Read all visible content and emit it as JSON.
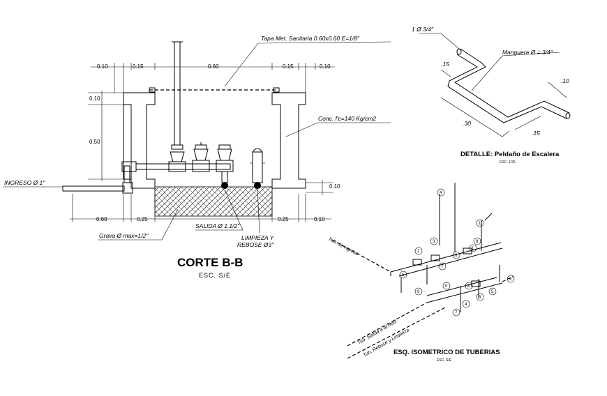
{
  "section": {
    "title": "CORTE B-B",
    "scale": "ESC. S/E",
    "dims_top": [
      "0.10",
      "0.15",
      "0.60",
      "0.15",
      "0.10"
    ],
    "dims_left": [
      "0.10",
      "0.50"
    ],
    "dim_right": "0.10",
    "dims_bottom": [
      "0.60",
      "0.25",
      "0.25",
      "0.10"
    ],
    "labels": {
      "tapa": "Tapa Met. Sanitaria 0.60x0.60 E=1/8\"",
      "concreto": "Conc. f'c=140 Kg/cm2",
      "ingreso": "INGRESO Ø 1\"",
      "salida": "SALIDA Ø 1.1/2\"",
      "grava": "Grava Ø max=1/2\"",
      "limpieza_1": "LIMPIEZA Y",
      "limpieza_2": "REBOSE Ø3\""
    }
  },
  "detail": {
    "title": "DETALLE: Peldaño de Escalera",
    "scale": "ESC. 1/25",
    "bar_label": "1 Ø 3/4\"",
    "hose_label": "Manguera Ø = 3/4\"",
    "dims": [
      ".15",
      ".10",
      ".30",
      ".15"
    ]
  },
  "isometric": {
    "title": "ESQ. ISOMETRICO DE TUBERIAS",
    "scale": "ESC. S/E",
    "pipe_labels": [
      "Tub. de ingreso",
      "Tub. Salida a la Red",
      "Tub. Rebose y Limpieza"
    ],
    "callouts": [
      "4",
      "1",
      "2",
      "3",
      "5",
      "7",
      "8",
      "6",
      "9",
      "0",
      "1",
      "8",
      "7",
      "4",
      "3",
      "5",
      "6"
    ]
  }
}
